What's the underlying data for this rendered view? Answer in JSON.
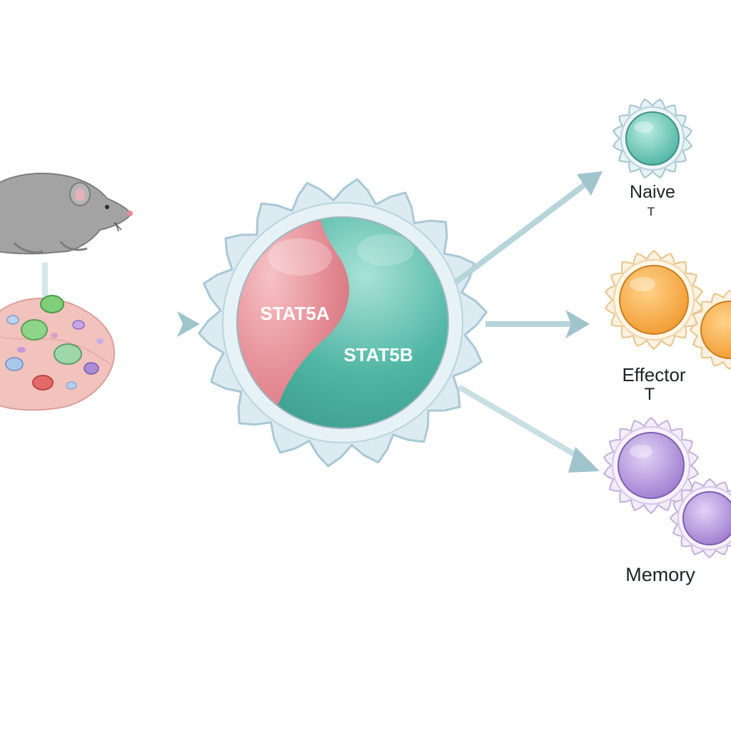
{
  "center_cell": {
    "left_domain_label": "STAT5A",
    "right_domain_label": "STAT5B"
  },
  "outcomes": {
    "naive": {
      "label": "Naive",
      "sublabel": "T",
      "color": "#64c3b3"
    },
    "effector": {
      "label": "Effector",
      "sublabel": "T",
      "color": "#f4a742"
    },
    "memory": {
      "label": "Memory",
      "color": "#b090d8"
    }
  },
  "colors": {
    "stat5a": "#e48a93",
    "stat5b": "#4fb5a4",
    "cell_membrane": "#dbeaf0",
    "arrow": "#9fc4cb",
    "mouse": "#9a9a9a",
    "tissue": "#f2c2bd"
  }
}
